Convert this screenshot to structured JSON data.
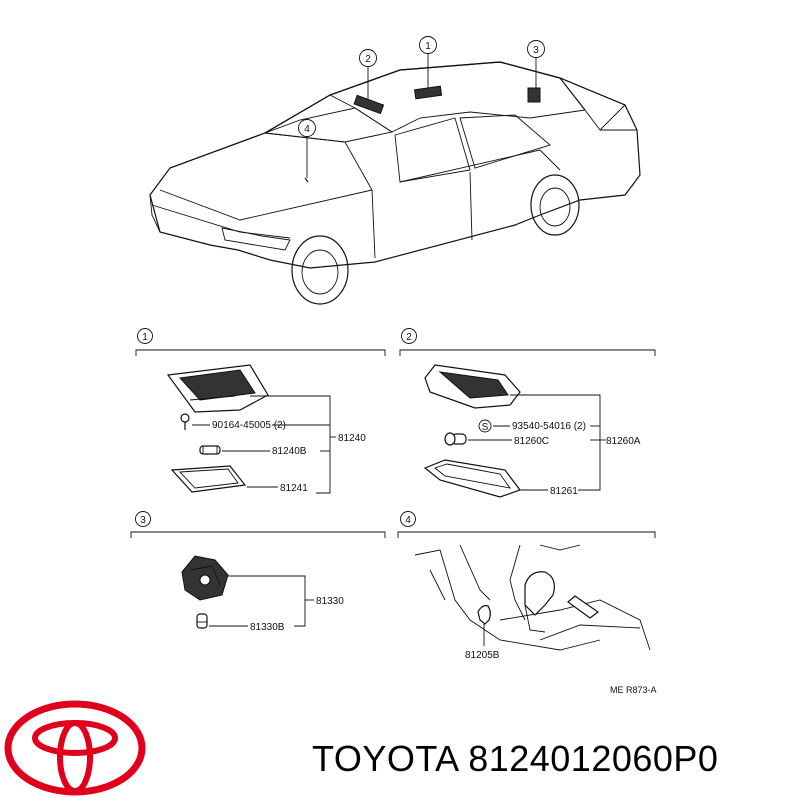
{
  "callouts": [
    "1",
    "2",
    "3",
    "4"
  ],
  "panel1": {
    "number": "1",
    "parts": {
      "bolt": "90164-45005 (2)",
      "bulb": "81240B",
      "lens": "81241",
      "assembly": "81240"
    }
  },
  "panel2": {
    "number": "2",
    "parts": {
      "screw": "93540-54016 (2)",
      "screw_symbol": "S",
      "bulb": "81260C",
      "assembly": "81260A",
      "lens": "81261"
    }
  },
  "panel3": {
    "number": "3",
    "parts": {
      "assembly": "81330",
      "bulb": "81330B"
    }
  },
  "panel4": {
    "number": "4",
    "parts": {
      "lamp": "81205B"
    }
  },
  "drawing_code": "ME R873-A",
  "brand": {
    "logo": "toyota-logo",
    "color": "#e0001b"
  },
  "caption": {
    "text": "TOYOTA 8124012060P0"
  }
}
